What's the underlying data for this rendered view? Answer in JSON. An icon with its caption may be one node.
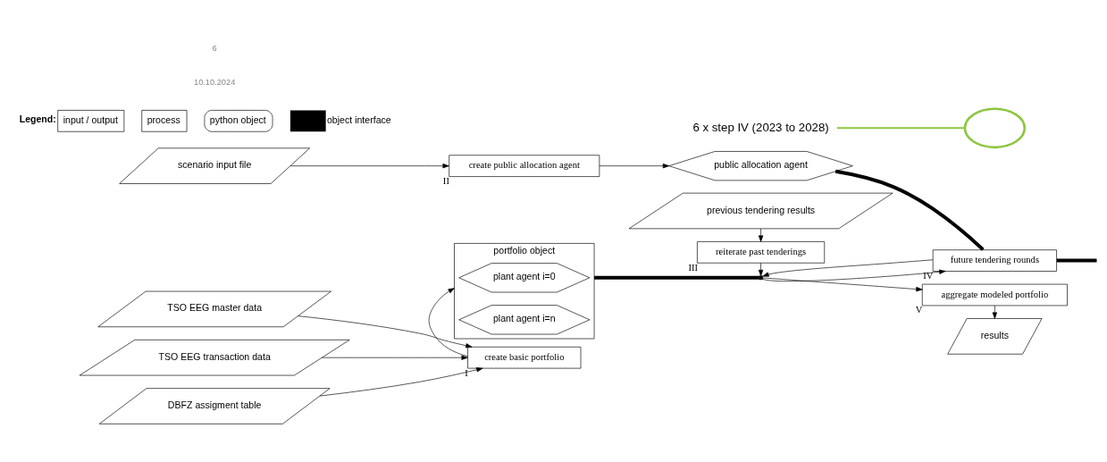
{
  "diagram": {
    "nodes": [
      {
        "text": [
          "TSO EEG master data"
        ]
      },
      {
        "text": [
          "TSO EEG transaction data"
        ]
      },
      {
        "text": [
          "DBFZ assigment table"
        ]
      },
      {
        "text": [
          "scenario input file"
        ]
      },
      {
        "text": [
          "create basic portfolio"
        ],
        "beside": [
          "I"
        ]
      },
      {
        "text": [
          "portfolio object"
        ]
      },
      {
        "text": [
          "plant agent i=0"
        ],
        "in": 5
      },
      {
        "text": [
          "plant agent i=n"
        ],
        "in": 5
      },
      {
        "text": [
          "previous tendering results"
        ]
      },
      {
        "text": [
          "reiterate past tenderings"
        ],
        "beside": [
          "III"
        ]
      },
      {
        "text": [
          "results"
        ]
      },
      {
        "text": [
          "aggregate modeled portfolio"
        ],
        "beside": [
          "V"
        ]
      },
      {
        "text": [
          "create public allocation agent"
        ],
        "beside": [
          "II"
        ]
      },
      {
        "text": [
          "public allocation agent"
        ]
      },
      {
        "text": [
          "future tendering rounds"
        ],
        "beside": [
          "IV"
        ]
      },
      {
        "text": [],
        "shape": "bar"
      },
      {
        "text": [],
        "shape": "circle"
      },
      {
        "text": [
          "6 x step IV (2023 to 2028)"
        ]
      }
    ],
    "edges": [
      {
        "from": 0,
        "to": 4,
        "arrow": "to"
      },
      {
        "from": 1,
        "to": 4,
        "arrow": "to"
      },
      {
        "from": 2,
        "to": 4,
        "arrow": "to"
      },
      {
        "from": 4,
        "to": 5,
        "arrow": "to"
      },
      {
        "from": 5,
        "to": 15,
        "arrow": "none",
        "style": "thick"
      },
      {
        "from": 8,
        "to": 9,
        "arrow": "to"
      },
      {
        "from": 9,
        "to": 15,
        "arrow": "to"
      },
      {
        "from": 15,
        "to": 14,
        "arrow": "to"
      },
      {
        "from": 14,
        "to": 15,
        "arrow": "to"
      },
      {
        "from": 15,
        "to": 11,
        "arrow": "to"
      },
      {
        "from": 11,
        "to": 10,
        "arrow": "to"
      },
      {
        "from": 3,
        "to": 12,
        "arrow": "to"
      },
      {
        "from": 12,
        "to": 13,
        "arrow": "to"
      },
      {
        "from": 13,
        "to": 14,
        "arrow": "none",
        "style": "thick"
      },
      {
        "from": 14,
        "to": null,
        "arrow": "none",
        "style": "thick"
      },
      {
        "from": 17,
        "to": 16,
        "arrow": "none",
        "color": "#8dc63f"
      }
    ],
    "labels": [
      "Legend:",
      "10.10.2024",
      "6"
    ],
    "legend": [
      {
        "text": "input / output"
      },
      {
        "text": "process"
      },
      {
        "text": "python object"
      },
      {
        "text": "object interface"
      }
    ]
  }
}
